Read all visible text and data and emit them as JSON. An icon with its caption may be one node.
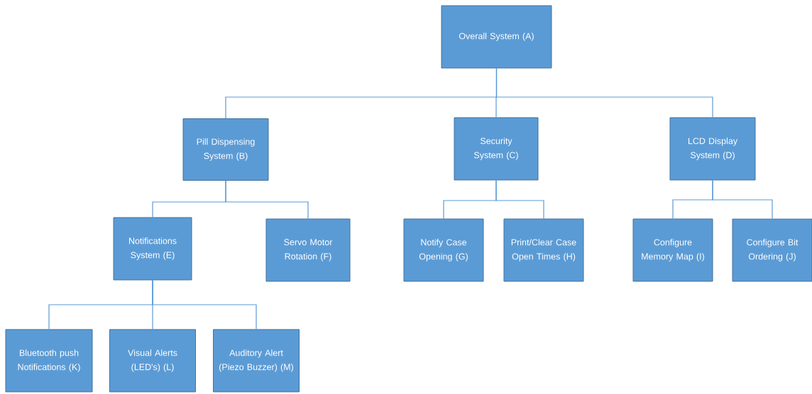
{
  "diagram": {
    "nodes": [
      {
        "text": [
          "Overall System (A)"
        ]
      },
      {
        "text": [
          "Pill Dispensing System (B)"
        ]
      },
      {
        "text": [
          "Security System (C)"
        ]
      },
      {
        "text": [
          "LCD Display System (D)"
        ]
      },
      {
        "text": [
          "Notifications System (E)"
        ]
      },
      {
        "text": [
          "Servo Motor Rotation (F)"
        ]
      },
      {
        "text": [
          "Notify Case Opening (G)"
        ]
      },
      {
        "text": [
          "Print/Clear Case Open Times (H)"
        ]
      },
      {
        "text": [
          "Configure Memory Map (I)"
        ]
      },
      {
        "text": [
          "Configure Bit Ordering (J)"
        ]
      },
      {
        "text": [
          "Bluetooth push Notifications (K)"
        ]
      },
      {
        "text": [
          "Visual Alerts (LED's) (L)"
        ]
      },
      {
        "text": [
          "Auditory Alert (Piezo Buzzer) (M)"
        ]
      }
    ],
    "edges": [
      {
        "from": 0,
        "to": 1,
        "arrow": "none"
      },
      {
        "from": 0,
        "to": 2,
        "arrow": "none"
      },
      {
        "from": 0,
        "to": 3,
        "arrow": "none"
      },
      {
        "from": 1,
        "to": 4,
        "arrow": "none"
      },
      {
        "from": 1,
        "to": 5,
        "arrow": "none"
      },
      {
        "from": 2,
        "to": 6,
        "arrow": "none"
      },
      {
        "from": 2,
        "to": 7,
        "arrow": "none"
      },
      {
        "from": 3,
        "to": 8,
        "arrow": "none"
      },
      {
        "from": 3,
        "to": 9,
        "arrow": "none"
      },
      {
        "from": 4,
        "to": 10,
        "arrow": "none"
      },
      {
        "from": 4,
        "to": 11,
        "arrow": "none"
      },
      {
        "from": 4,
        "to": 12,
        "arrow": "none"
      }
    ]
  }
}
